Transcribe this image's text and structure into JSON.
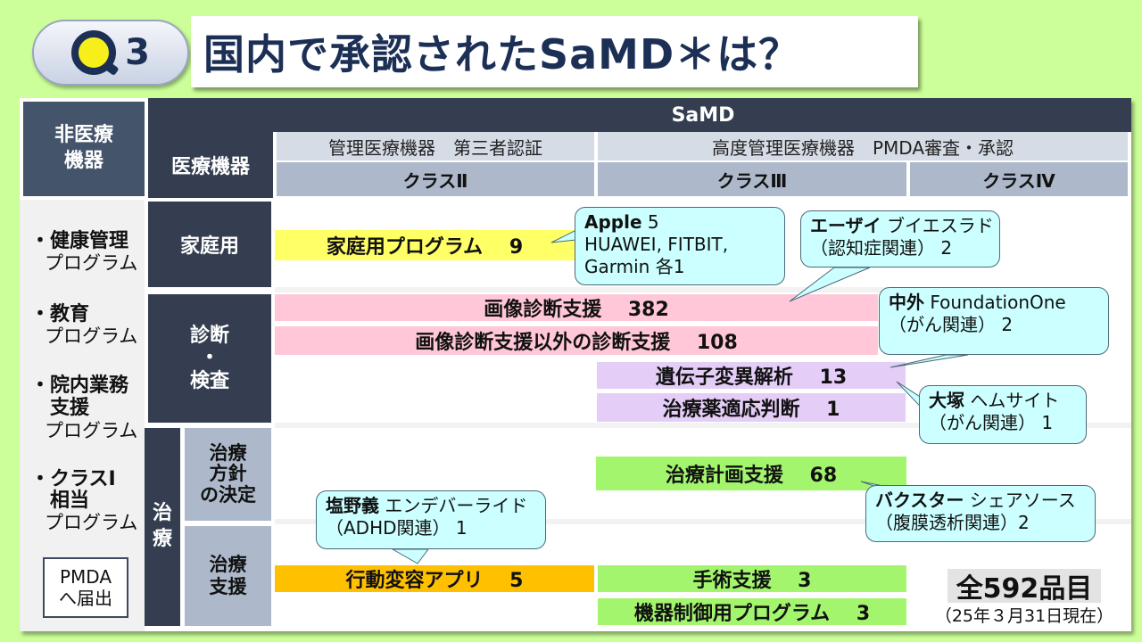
{
  "title": {
    "q_label": "3",
    "text": "国内で承認されたSaMD＊は？"
  },
  "header": {
    "non_medical": "非医療\n機器",
    "medical_device": "医療機器",
    "samd": "SaMD",
    "regulation": [
      {
        "label": "管理医療機器　第三者認証"
      },
      {
        "label": "高度管理医療機器　PMDA審査・承認"
      }
    ],
    "classes": [
      {
        "label": "クラスⅡ"
      },
      {
        "label": "クラスⅢ"
      },
      {
        "label": "クラスⅣ"
      }
    ]
  },
  "left_column": {
    "items": [
      {
        "bold": "・健康管理",
        "sub": "プログラム"
      },
      {
        "bold": "・教育",
        "sub": "プログラム"
      },
      {
        "bold": "・院内業務\n　支援",
        "sub": "プログラム"
      },
      {
        "bold": "・クラスⅠ\n　相当",
        "sub": "プログラム"
      }
    ],
    "pmda_box": {
      "line1": "PMDA",
      "line2": "へ届出"
    }
  },
  "categories": {
    "home": "家庭用",
    "diagnosis": "診断\n・\n検査",
    "treatment": "治\n療",
    "treatment_policy": "治療\n方針\nの決定",
    "treatment_support": "治療\n支援"
  },
  "bars": [
    {
      "label": "家庭用プログラム　 9",
      "color": "#ffff66"
    },
    {
      "label": "画像診断支援　 382",
      "color": "#ffc7d7"
    },
    {
      "label": "画像診断支援以外の診断支援　 108",
      "color": "#ffc7d7"
    },
    {
      "label": "遺伝子変異解析　 13",
      "color": "#e4cdf7"
    },
    {
      "label": "治療薬適応判断　 1",
      "color": "#e4cdf7"
    },
    {
      "label": "治療計画支援　 68",
      "color": "#a4f56e"
    },
    {
      "label": "行動変容アプリ　 5",
      "color": "#ffc000"
    },
    {
      "label": "手術支援　 3",
      "color": "#a4f56e"
    },
    {
      "label": "機器制御用プログラム　 3",
      "color": "#a4f56e"
    }
  ],
  "callouts": [
    {
      "bold": "Apple",
      "rest": " 5\nHUAWEI, FITBIT,\nGarmin 各1"
    },
    {
      "bold": "エーザイ",
      "rest": " ブイエスラド\n（認知症関連） 2"
    },
    {
      "bold": "中外",
      "rest": " FoundationOne\n（がん関連） 2"
    },
    {
      "bold": "大塚",
      "rest": " ヘムサイト\n（がん関連） 1"
    },
    {
      "bold": "バクスター",
      "rest": " シェアソース\n（腹膜透析関連）2"
    },
    {
      "bold": "塩野義",
      "rest": " エンデバーライド\n（ADHD関連） 1"
    }
  ],
  "summary": {
    "total": "全592品目",
    "as_of": "（25年３月31日現在）"
  },
  "colors": {
    "background": "#ccff99",
    "dark_header": "#343e50",
    "title_text": "#1c2f55",
    "callout_fill": "#ccffff"
  }
}
